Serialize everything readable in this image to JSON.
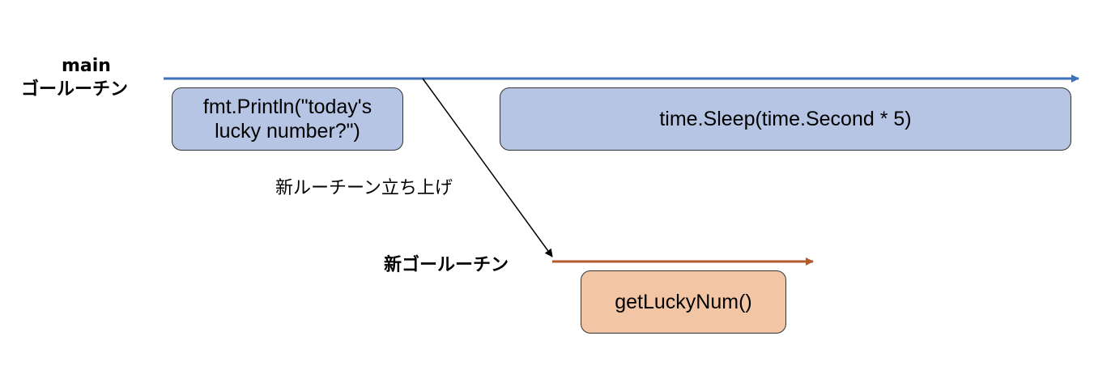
{
  "main_goroutine": {
    "label_line1": "main",
    "label_line2": "ゴールーチン",
    "line_color": "#3b72b9",
    "boxes": {
      "println": "fmt.Println(\"today's\nlucky number?\")",
      "sleep": "time.Sleep(time.Second * 5)"
    },
    "box_color": "#b6c5e3"
  },
  "spawn": {
    "label": "新ルーチーン立ち上げ"
  },
  "new_goroutine": {
    "label": "新ゴールーチン",
    "line_color": "#b55a2a",
    "boxes": {
      "get_lucky": "getLuckyNum()"
    },
    "box_color": "#f2c6a5"
  }
}
